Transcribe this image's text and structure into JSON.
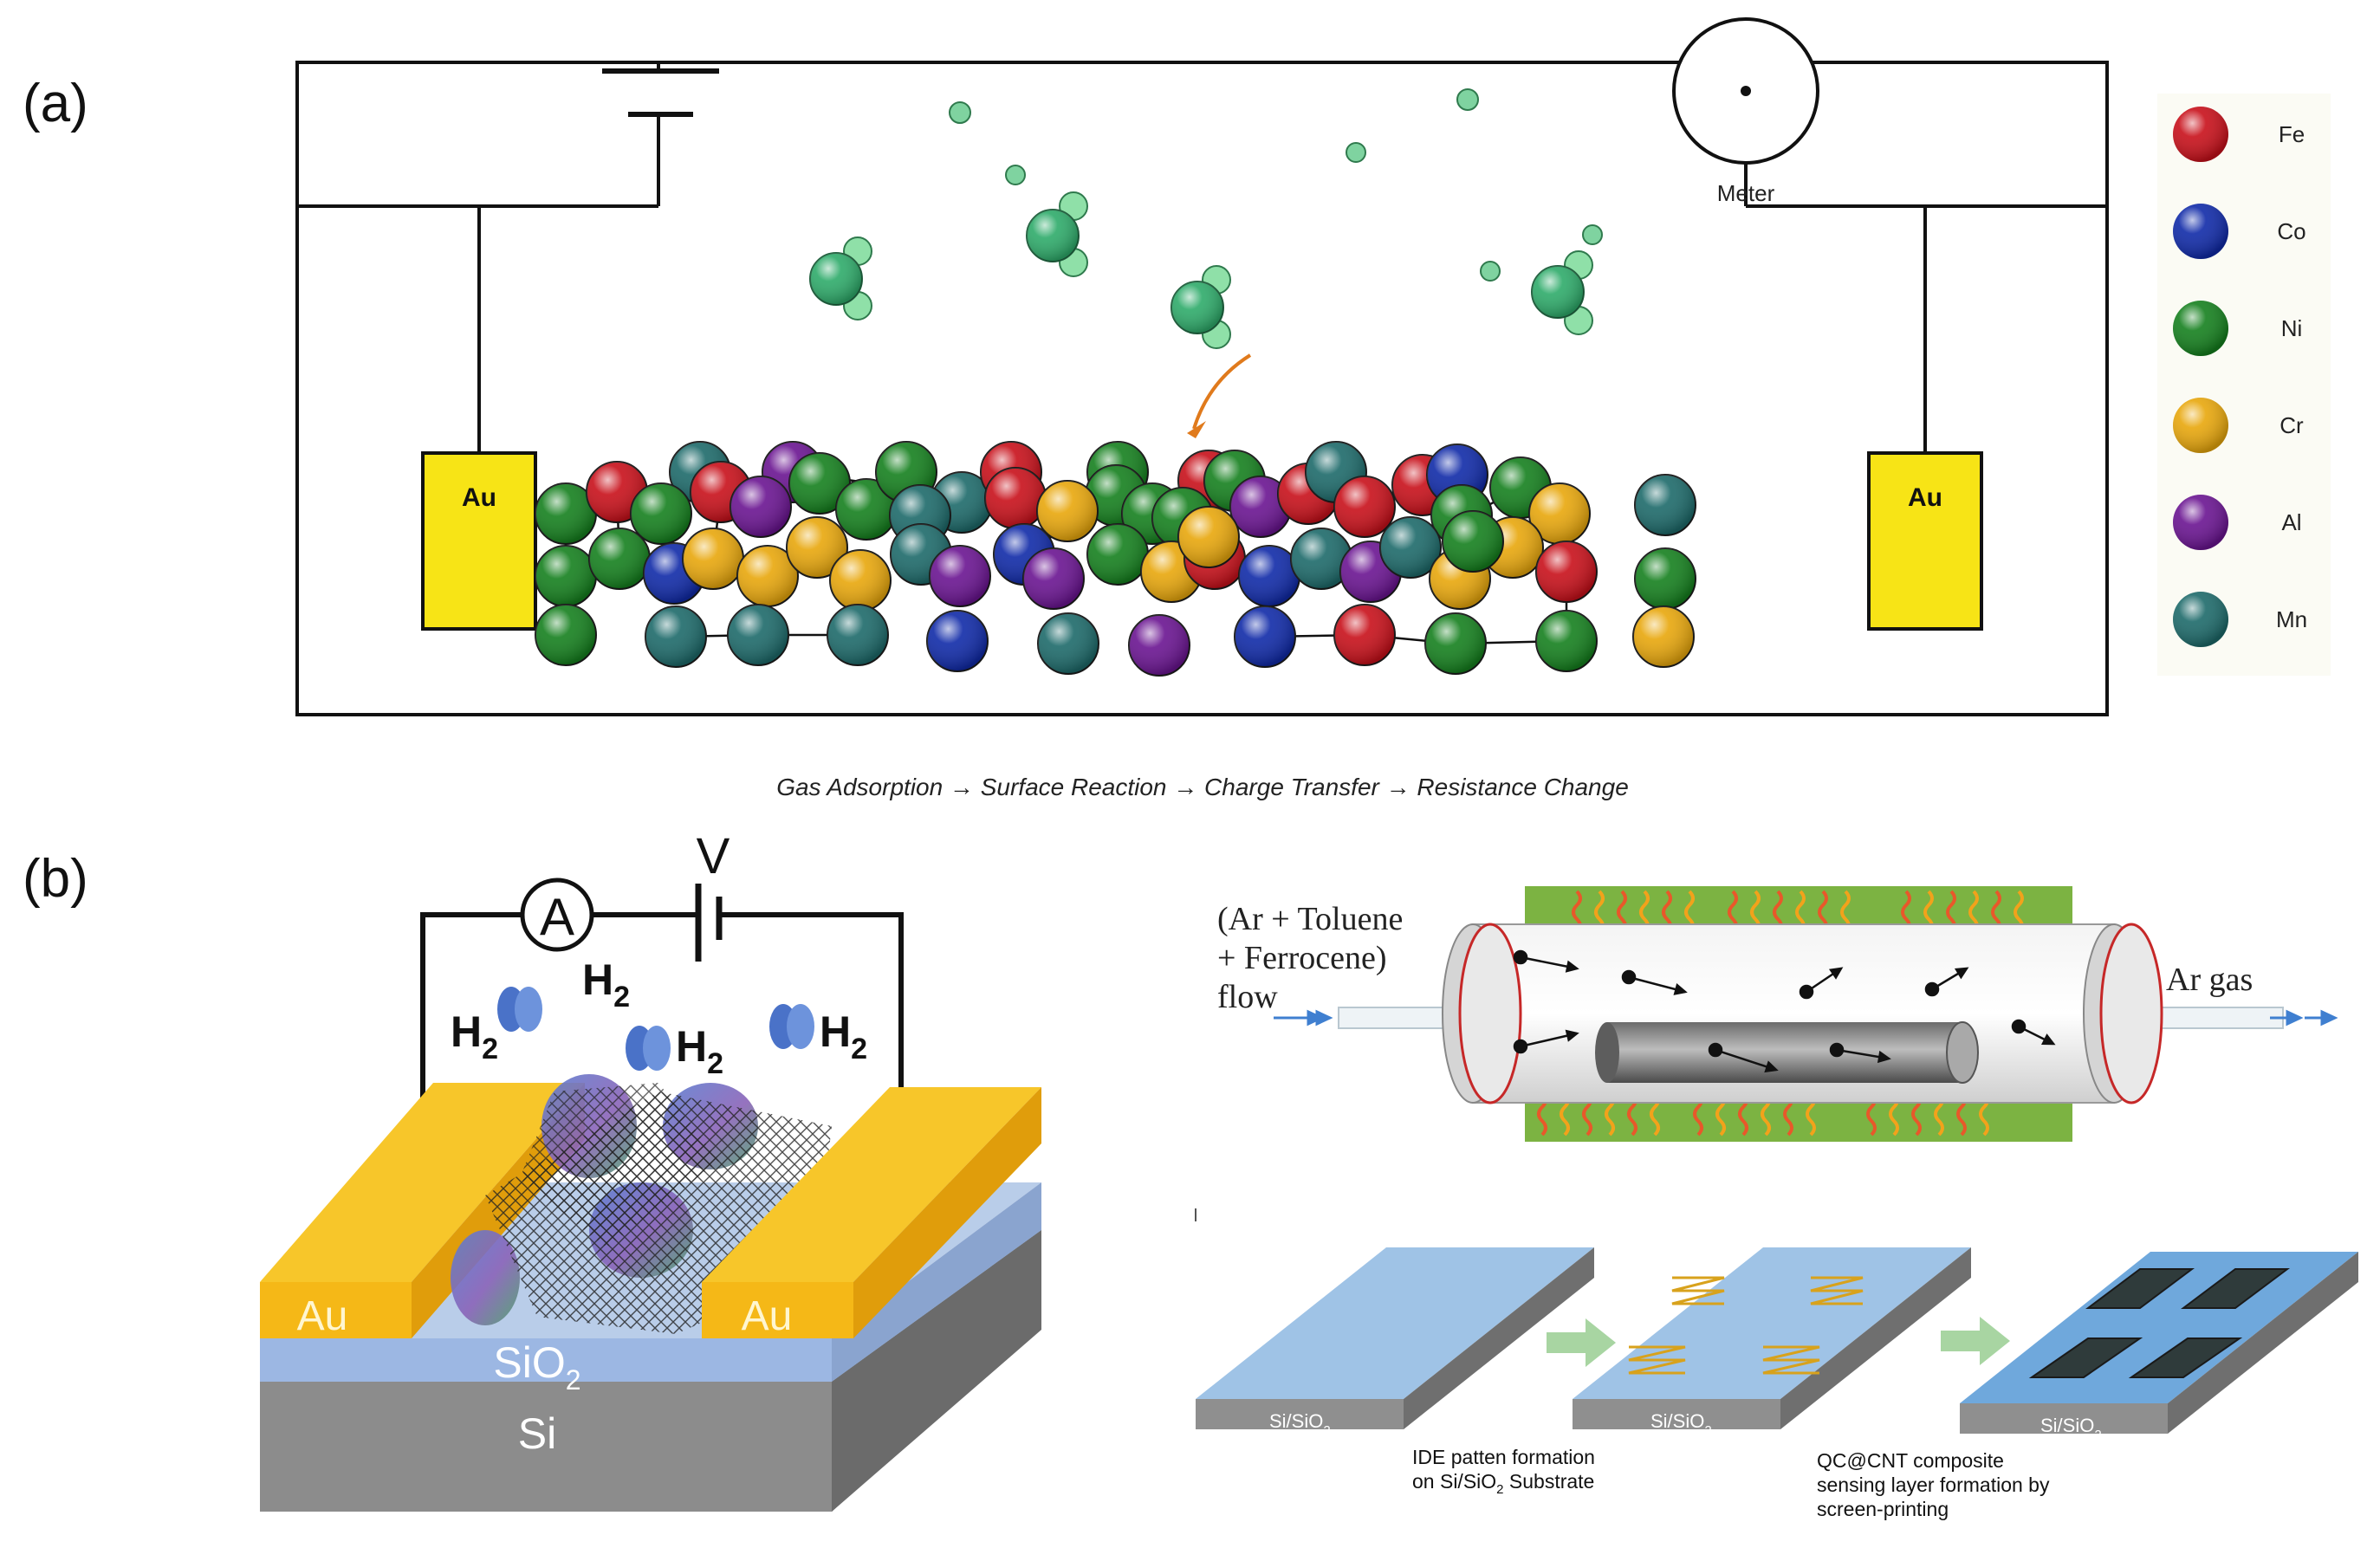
{
  "panel_a": {
    "label": "(a)",
    "meter_label": "Meter",
    "electrode_left": "Au",
    "electrode_right": "Au",
    "legend": [
      {
        "name": "Fe",
        "color": "#c8101a"
      },
      {
        "name": "Co",
        "color": "#102aa8"
      },
      {
        "name": "Ni",
        "color": "#15801e"
      },
      {
        "name": "Cr",
        "color": "#e8a70c"
      },
      {
        "name": "Al",
        "color": "#6a1491"
      },
      {
        "name": "Mn",
        "color": "#1d6a6a"
      }
    ],
    "caption": "Gas Adsorption → Surface Reaction → Charge Transfer → Resistance Change"
  },
  "panel_b": {
    "label": "(b)",
    "ammeter": "A",
    "voltage": "V",
    "h2_main": "H",
    "h2_sub": "2",
    "electrode_left": "Au",
    "electrode_right": "Au",
    "oxide_main": "SiO",
    "oxide_sub": "2",
    "substrate": "Si",
    "flow_in_line1": "(Ar + Toluene",
    "flow_in_line2": "+ Ferrocene)",
    "flow_in_line3": "flow",
    "flow_out": "Ar gas",
    "substrate_label_main": "Si/SiO",
    "substrate_label_sub": "2",
    "step1_line1": "IDE patten formation",
    "step1_line2_main": "on Si/SiO",
    "step1_line2_sub": "2",
    "step1_line2_end": " Substrate",
    "step2_line1": "QC@CNT composite",
    "step2_line2": "sensing layer formation by",
    "step2_line3": "screen-printing"
  },
  "colors": {
    "gold": "#f5c21c",
    "electrode_yellow": "#f7e416",
    "gas_green": "#2eab6a",
    "heater_green": "#7cb342",
    "substrate_blue": "#8ab6dc"
  }
}
